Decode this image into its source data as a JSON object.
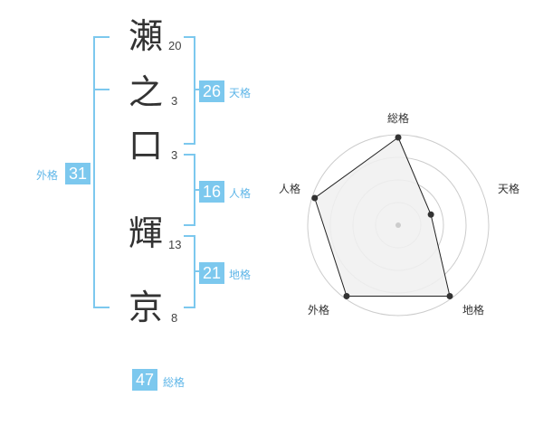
{
  "name": {
    "characters": [
      {
        "char": "瀬",
        "strokes": "20"
      },
      {
        "char": "之",
        "strokes": "3"
      },
      {
        "char": "口",
        "strokes": "3"
      },
      {
        "char": "輝",
        "strokes": "13"
      },
      {
        "char": "京",
        "strokes": "8"
      }
    ]
  },
  "fortunes": {
    "tenkaku": {
      "value": "26",
      "label": "天格"
    },
    "jinkaku": {
      "value": "16",
      "label": "人格"
    },
    "chikaku": {
      "value": "21",
      "label": "地格"
    },
    "gaikaku": {
      "value": "31",
      "label": "外格"
    },
    "soukaku": {
      "value": "47",
      "label": "総格"
    }
  },
  "radar": {
    "axes": [
      "総格",
      "天格",
      "地格",
      "外格",
      "人格"
    ],
    "levels": 4,
    "values": [
      0.97,
      0.38,
      0.97,
      0.97,
      0.97
    ],
    "fill_color": "#f0f0f0",
    "line_color": "#222222",
    "ring_color": "#cccccc"
  },
  "colors": {
    "accent": "#7cc8ee",
    "label_blue": "#5fb6e8"
  }
}
